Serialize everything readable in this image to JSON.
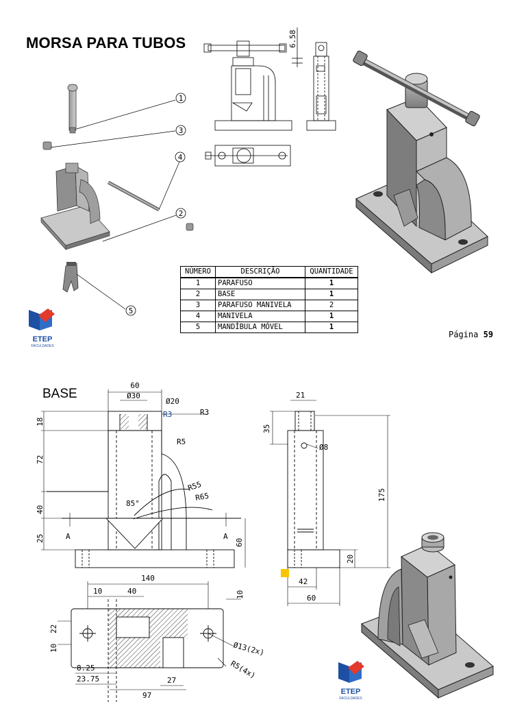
{
  "page1": {
    "title": "MORSA PARA TUBOS",
    "page_label": "Página",
    "page_number": "59",
    "top_dim": "6.58",
    "callouts": [
      "1",
      "3",
      "4",
      "2",
      "5"
    ],
    "logo_text": "ETEP",
    "logo_sub": "FACULDADES",
    "bom": {
      "headers": [
        "NÚMERO",
        "DESCRIÇÃO",
        "QUANTIDADE"
      ],
      "rows": [
        {
          "num": "1",
          "desc": "PARAFUSO",
          "qty": "1"
        },
        {
          "num": "2",
          "desc": "BASE",
          "qty": "1"
        },
        {
          "num": "3",
          "desc": "PARAFUSO MANIVELA",
          "qty": "2"
        },
        {
          "num": "4",
          "desc": "MANIVELA",
          "qty": "1"
        },
        {
          "num": "5",
          "desc": "MANDÍBULA MÓVEL",
          "qty": "1"
        }
      ]
    }
  },
  "page2": {
    "title": "BASE",
    "logo_text": "ETEP",
    "logo_sub": "FACULDADES",
    "dims": {
      "d60": "60",
      "d30": "Ø30",
      "d20": "Ø20",
      "r3a": "R3",
      "r3b": "R3",
      "d18": "18",
      "d72": "72",
      "r5": "R5",
      "r55": "R55",
      "r65": "R65",
      "a85": "85°",
      "d40": "40",
      "d25": "25",
      "secA1": "A",
      "secA2": "A",
      "d60v": "60",
      "d140": "140",
      "d10a": "10",
      "d40b": "40",
      "d10b": "10",
      "d22": "22",
      "d10c": "10",
      "h13": "Ø13(2x)",
      "r5x": "R5(4x)",
      "d825": "8.25",
      "d2375": "23.75",
      "d27": "27",
      "d97": "97",
      "s21": "21",
      "s35": "35",
      "s8": "Ø8",
      "s175": "175",
      "s20": "20",
      "s42": "42",
      "s60": "60"
    }
  }
}
